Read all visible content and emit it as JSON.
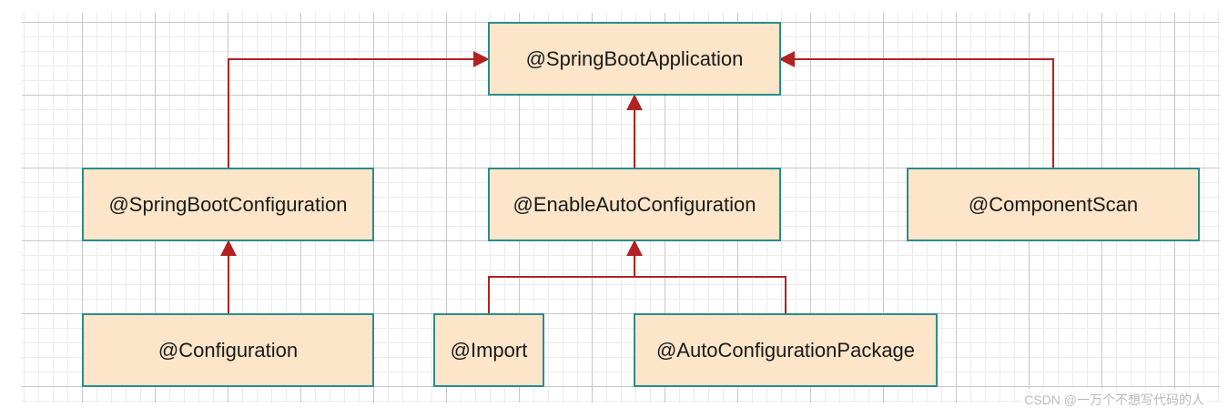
{
  "nodes": {
    "spring_boot_application": "@SpringBootApplication",
    "spring_boot_configuration": "@SpringBootConfiguration",
    "enable_auto_configuration": "@EnableAutoConfiguration",
    "component_scan": "@ComponentScan",
    "configuration": "@Configuration",
    "import": "@Import",
    "auto_configuration_package": "@AutoConfigurationPackage"
  },
  "edges": [
    {
      "from": "spring_boot_configuration",
      "to": "spring_boot_application"
    },
    {
      "from": "enable_auto_configuration",
      "to": "spring_boot_application"
    },
    {
      "from": "component_scan",
      "to": "spring_boot_application"
    },
    {
      "from": "configuration",
      "to": "spring_boot_configuration"
    },
    {
      "from": "import",
      "to": "enable_auto_configuration"
    },
    {
      "from": "auto_configuration_package",
      "to": "enable_auto_configuration"
    }
  ],
  "colors": {
    "node_fill": "#fce5c8",
    "node_border": "#2a8c8c",
    "edge": "#b22222"
  },
  "watermark": "CSDN @一万个不想写代码的人"
}
